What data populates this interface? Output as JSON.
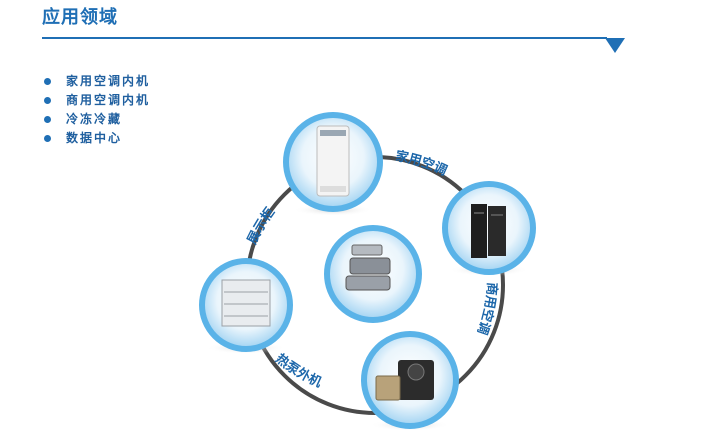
{
  "header": {
    "title": "应用领域"
  },
  "applications": [
    {
      "label": "家用空调内机"
    },
    {
      "label": "商用空调内机"
    },
    {
      "label": "冷冻冷藏"
    },
    {
      "label": "数据中心"
    }
  ],
  "diagram": {
    "nodes": [
      {
        "label": "家用空调",
        "icon": "home-ac-icon"
      },
      {
        "label": "商用空调",
        "icon": "server-cabinet-icon"
      },
      {
        "label": "热泵外机",
        "icon": "outdoor-unit-icon"
      },
      {
        "label": "展示柜",
        "icon": "display-cabinet-icon"
      },
      {
        "label": "",
        "icon": "heat-exchanger-icon"
      }
    ]
  },
  "colors": {
    "accent": "#1f6fb5",
    "bubble": "#5ab3e8",
    "ring": "#4a4a4a"
  }
}
